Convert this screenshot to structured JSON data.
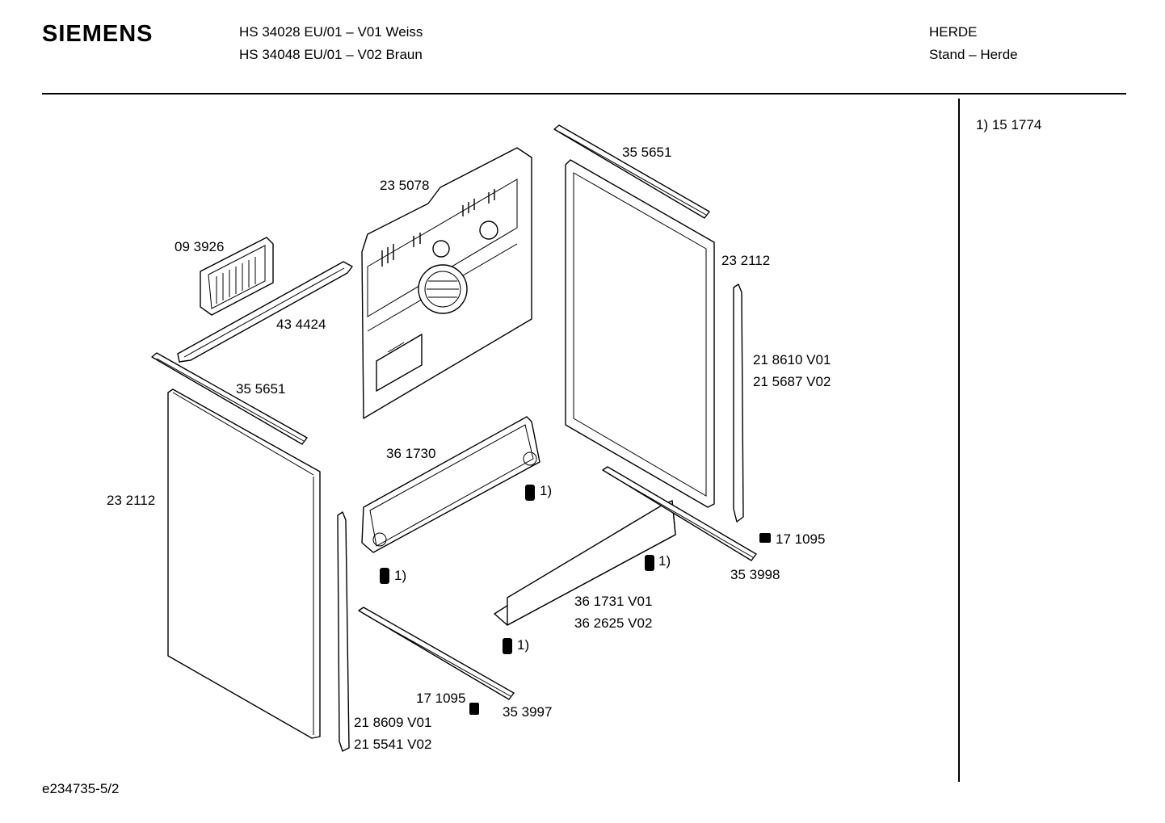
{
  "header": {
    "brand": "SIEMENS",
    "models": [
      "HS 34028 EU/01 – V01 Weiss",
      "HS 34048 EU/01 – V02 Braun"
    ],
    "category": "HERDE",
    "subcategory": "Stand – Herde"
  },
  "notes": [
    "1)  15 1774"
  ],
  "footer": "e234735-5/2",
  "parts": {
    "rear_wall": "23 5078",
    "top_rail_right": "35 5651",
    "top_rail_left": "35 5651",
    "grille": "09 3926",
    "brace": "43 4424",
    "side_panel_right": "23 2112",
    "side_panel_left": "23 2112",
    "trim_right_v01": "21 8610 V01",
    "trim_right_v02": "21 5687 V02",
    "trim_left_v01": "21 8609 V01",
    "trim_left_v02": "21 5541 V02",
    "rear_base": "36 1730",
    "front_base_v01": "36 1731 V01",
    "front_base_v02": "36 2625 V02",
    "clip_right": "17 1095",
    "clip_left": "17 1095",
    "base_rail_right": "35 3998",
    "base_rail_left": "35 3997",
    "foot_ref": "1)"
  }
}
